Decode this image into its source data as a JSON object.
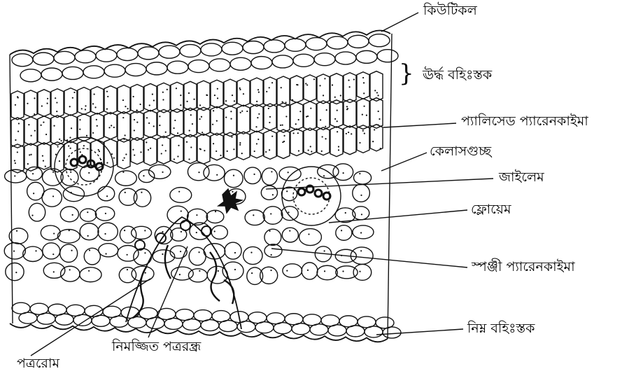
{
  "labels": {
    "cuticle": "কিউটিকল",
    "upper_epidermis": "ঊর্দ্ধ বহিঃস্তক",
    "palisade": "প্যালিসেড  প্যারেনকাইমা",
    "vascular_bundle": "কেলাসগুচ্ছ",
    "xylem": "জাইলেম",
    "phloem": "ফ্লোয়েম",
    "spongy": "স্পঞ্জী প্যারেনকাইমা",
    "lower_epidermis": "নিম্ন বহিঃস্তক",
    "sunken_stomata": "নিমজ্জিত পত্ররন্ধ্র",
    "trichome": "পত্ররোম"
  },
  "brace": "}"
}
